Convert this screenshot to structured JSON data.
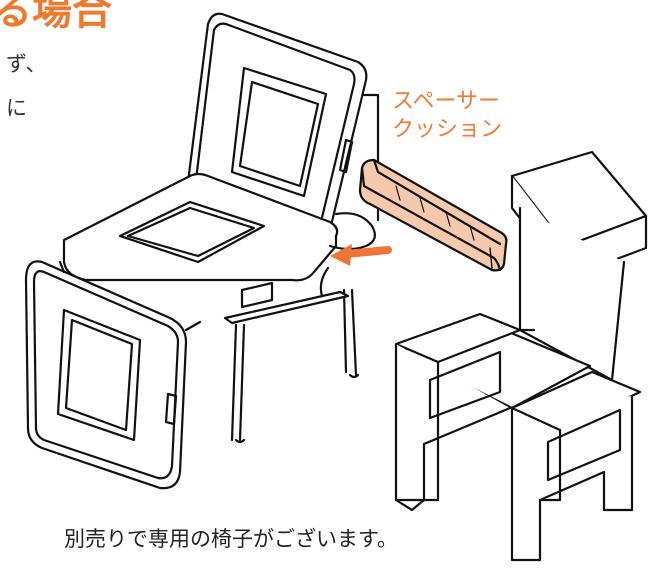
{
  "heading": "る場合",
  "side_text": [
    "ず、",
    "に"
  ],
  "spacer_label": [
    "スペーサー",
    "クッション"
  ],
  "caption": "別売りで専用の椅子がございます。",
  "colors": {
    "accent_text": "#f07b31",
    "cushion_fill": "#f6c9ad",
    "arrow": "#ef7537",
    "line": "#111111"
  }
}
